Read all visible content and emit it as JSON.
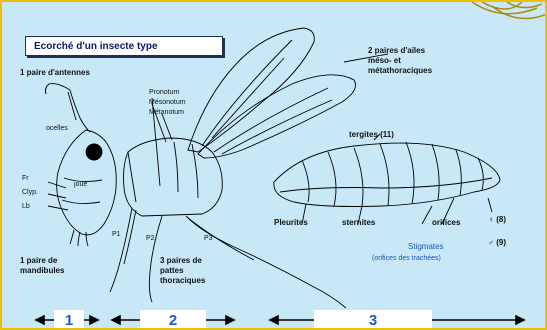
{
  "title": "Ecorché d'un insecte type",
  "labels": {
    "antennae": "1 paire d'antennes",
    "wings_line1": "2 paires d'ailes",
    "wings_line2": "méso- et",
    "wings_line3": "métathoraciques",
    "pronotum": "Pronotum",
    "mesonotum": "Mésonotum",
    "metanotum": "Métanotum",
    "ocelles": "ocelles",
    "joue": "joue",
    "fr": "Fr",
    "clyp": "Clyp.",
    "lb": "Lb",
    "mandibles_line1": "1 paire de",
    "mandibles_line2": "mandibules",
    "p1": "P1",
    "p2": "P2",
    "p3": "P3",
    "legs_line1": "3 paires de",
    "legs_line2": "pattes",
    "legs_line3": "thoraciques",
    "tergites": "tergites (11)",
    "pleurites": "Pleurites",
    "sternites": "sternites",
    "orifices": "orifices",
    "female": "♀ (8)",
    "male": "♂ (9)",
    "stigmates": "Stigmates",
    "stigmates_note": "(orifices des trachées)"
  },
  "segments": [
    "1",
    "2",
    "3"
  ],
  "colors": {
    "background": "#c8e8f8",
    "frame": "#f0c000",
    "title_text": "#0a1a6e",
    "segment_text": "#1a5bc7",
    "stigmates_text": "#1b56b3"
  }
}
